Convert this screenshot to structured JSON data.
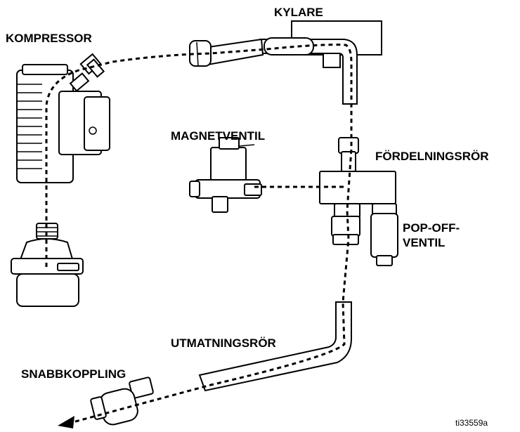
{
  "labels": {
    "kylare": "KYLARE",
    "kompressor": "KOMPRESSOR",
    "magnetventil": "MAGNETVENTIL",
    "fordelningsror": "FÖRDELNINGSRÖR",
    "popoff_line1": "POP-OFF-",
    "popoff_line2": "VENTIL",
    "utmatningsror": "UTMATNINGSRÖR",
    "snabbkoppling": "SNABBKOPPLING"
  },
  "reference_code": "ti33559a"
}
